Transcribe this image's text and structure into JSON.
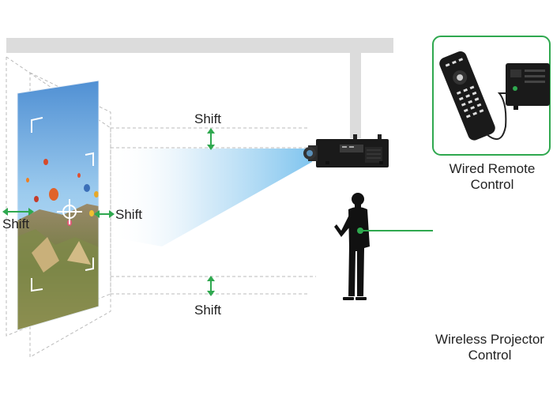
{
  "labels": {
    "shift_top": "Shift",
    "shift_right": "Shift",
    "shift_left": "Shift",
    "shift_bottom": "Shift"
  },
  "captions": {
    "wired_line1": "Wired Remote",
    "wired_line2": "Control",
    "wireless_line1": "Wireless Projector",
    "wireless_line2": "Control"
  },
  "colors": {
    "accent_green": "#2fa84f",
    "projector": "#1a1a1a",
    "beam": "#8fc9ef",
    "ceiling": "#dcdcdc",
    "dashed": "#bbbbbb"
  },
  "icons": {
    "projector": "projector-icon",
    "person": "person-silhouette",
    "wired_remote": "wired-remote-icon",
    "wireless_remote": "wireless-remote-icon"
  }
}
